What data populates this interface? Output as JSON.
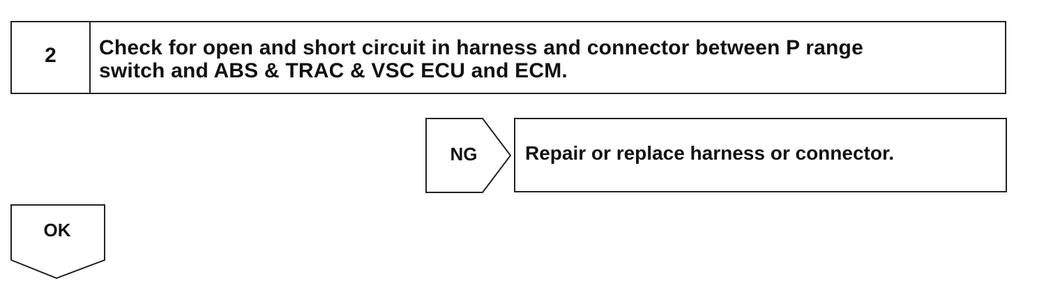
{
  "step": {
    "number": "2",
    "title_line1": "Check for open and short circuit in harness and connector between P range",
    "title_line2": "switch and ABS & TRAC & VSC ECU and ECM."
  },
  "ng_branch": {
    "label": "NG",
    "action": "Repair or replace harness or connector."
  },
  "ok_branch": {
    "label": "OK"
  }
}
